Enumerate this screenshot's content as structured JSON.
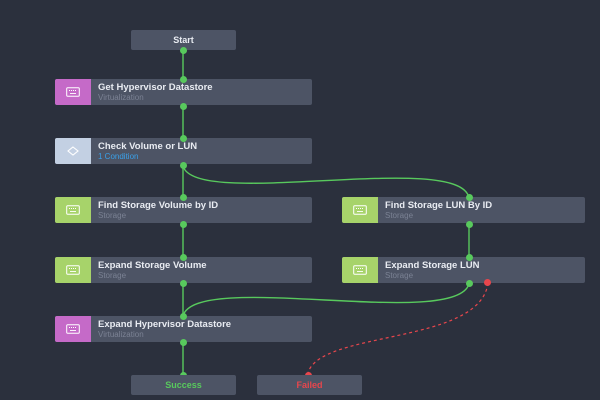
{
  "colors": {
    "background": "#2b303d",
    "node": "#4d5465",
    "wire_success": "#58c95d",
    "wire_failure": "#e8464c",
    "virtualization_badge": "#c56ac8",
    "storage_badge": "#a7d36a",
    "condition_badge": "#c3d0e3",
    "condition_link": "#3aa0e8"
  },
  "workflow": {
    "start": {
      "label": "Start"
    },
    "nodes": [
      {
        "title": "Get Hypervisor Datastore",
        "subtitle": "Virtualization",
        "icon": "keyboard-icon"
      },
      {
        "title": "Check Volume or LUN",
        "subtitle": "1 Condition",
        "icon": "diamond-condition-icon"
      },
      {
        "title": "Find Storage Volume by ID",
        "subtitle": "Storage",
        "icon": "keyboard-icon"
      },
      {
        "title": "Find Storage LUN By ID",
        "subtitle": "Storage",
        "icon": "keyboard-icon"
      },
      {
        "title": "Expand Storage Volume",
        "subtitle": "Storage",
        "icon": "keyboard-icon"
      },
      {
        "title": "Expand Storage LUN",
        "subtitle": "Storage",
        "icon": "keyboard-icon"
      },
      {
        "title": "Expand Hypervisor Datastore",
        "subtitle": "Virtualization",
        "icon": "keyboard-icon"
      }
    ],
    "end_success": {
      "label": "Success",
      "color": "#58c95d"
    },
    "end_failed": {
      "label": "Failed",
      "color": "#e8464c"
    }
  }
}
